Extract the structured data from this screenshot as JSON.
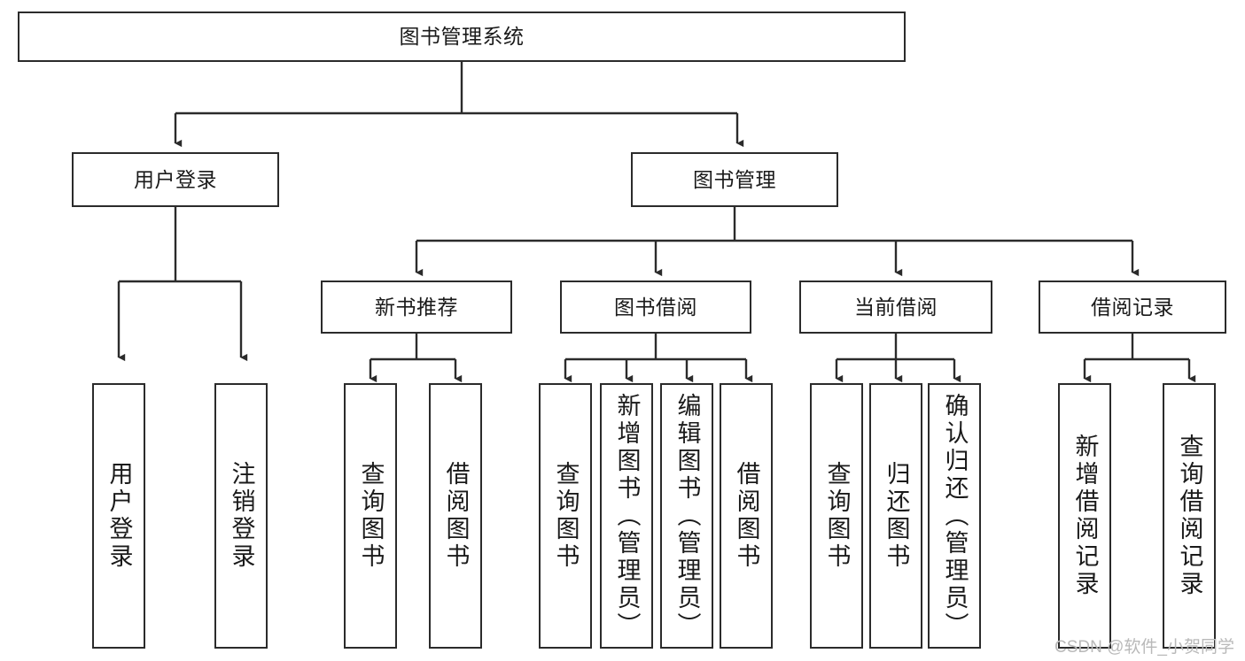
{
  "diagram": {
    "type": "tree-hierarchy-chart",
    "title": "图书管理系统",
    "watermark": "CSDN @软件_小贺同学",
    "colors": {
      "box_border": "#2b2b2b",
      "box_fill": "#ffffff",
      "link": "#2b2b2b",
      "text": "#1a1a1a",
      "watermark": "#b9b9b9",
      "background": "#ffffff"
    },
    "nodes": {
      "root": {
        "label": "图书管理系统"
      },
      "level2": [
        {
          "id": "user-login",
          "label": "用户登录"
        },
        {
          "id": "book-manage",
          "label": "图书管理"
        }
      ],
      "level3": [
        {
          "id": "new-book-recommend",
          "label": "新书推荐"
        },
        {
          "id": "book-borrow",
          "label": "图书借阅"
        },
        {
          "id": "current-borrow",
          "label": "当前借阅"
        },
        {
          "id": "borrow-record",
          "label": "借阅记录"
        }
      ],
      "leaves": {
        "user_login": [
          {
            "id": "leaf-user-login",
            "label": "用户登录"
          },
          {
            "id": "leaf-logout-login",
            "label": "注销登录"
          }
        ],
        "new_book_recommend": [
          {
            "id": "leaf-query-book-1",
            "label": "查询图书"
          },
          {
            "id": "leaf-borrow-book-1",
            "label": "借阅图书"
          }
        ],
        "book_borrow": [
          {
            "id": "leaf-query-book-2",
            "label": "查询图书"
          },
          {
            "id": "leaf-add-book",
            "label": "新增图书（管理员）"
          },
          {
            "id": "leaf-edit-book",
            "label": "编辑图书（管理员）"
          },
          {
            "id": "leaf-borrow-book-2",
            "label": "借阅图书"
          }
        ],
        "current_borrow": [
          {
            "id": "leaf-query-book-3",
            "label": "查询图书"
          },
          {
            "id": "leaf-return-book",
            "label": "归还图书"
          },
          {
            "id": "leaf-confirm-return",
            "label": "确认归还（管理员）"
          }
        ],
        "borrow_record": [
          {
            "id": "leaf-add-record",
            "label": "新增借阅记录"
          },
          {
            "id": "leaf-query-record",
            "label": "查询借阅记录"
          }
        ]
      }
    }
  }
}
